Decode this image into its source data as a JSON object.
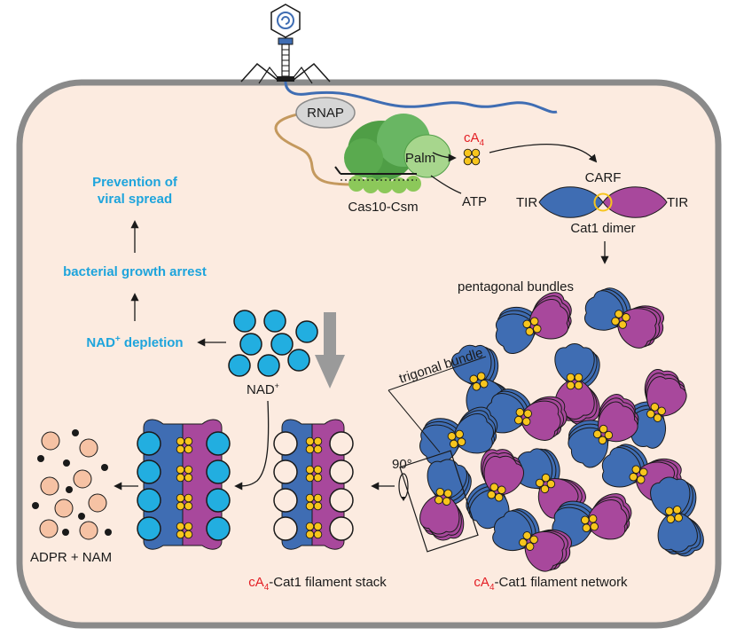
{
  "labels": {
    "rnap": "RNAP",
    "palm": "Palm",
    "cas10_csm": "Cas10-Csm",
    "ca4_base": "cA",
    "ca4_sub": "4",
    "atp": "ATP",
    "carf": "CARF",
    "tir_left": "TIR",
    "tir_right": "TIR",
    "cat1_dimer": "Cat1 dimer",
    "pentagonal_bundles": "pentagonal bundles",
    "trigonal_bundle": "trigonal bundle",
    "angle_90": "90°",
    "nad_base": "NAD",
    "nad_sup": "+",
    "adpr_nam": "ADPR + NAM",
    "prevention_line1": "Prevention of",
    "prevention_line2": "viral spread",
    "growth_arrest": "bacterial growth arrest",
    "nad_depletion_base": "NAD",
    "nad_depletion_sup": "+",
    "nad_depletion_rest": " depletion",
    "stack_ca": "cA",
    "stack_sub": "4",
    "stack_rest": "-Cat1 filament stack",
    "network_ca": "cA",
    "network_sub": "4",
    "network_rest": "-Cat1 filament network"
  },
  "colors": {
    "cell_fill": "#fcebe0",
    "cell_border": "#8a8a8a",
    "cat1_blue": "#3f6db3",
    "cat1_purple": "#a8489c",
    "ca4_yellow": "#f7c51d",
    "nad_cyan": "#22aee0",
    "adpr_peach": "#f6c2a4",
    "highlight_text": "#1ea4dc",
    "ca4_red": "#e31e24",
    "cas10_green": "#69b663",
    "rna_blue": "#3f6db3",
    "dna_tan": "#c4995e"
  },
  "icons": [
    "phage-icon",
    "rnap-blob",
    "cas10-csm-complex",
    "ca4-molecule",
    "cat1-dimer",
    "nad-molecules",
    "filament-stack",
    "filament-network",
    "rotate-90-icon"
  ]
}
